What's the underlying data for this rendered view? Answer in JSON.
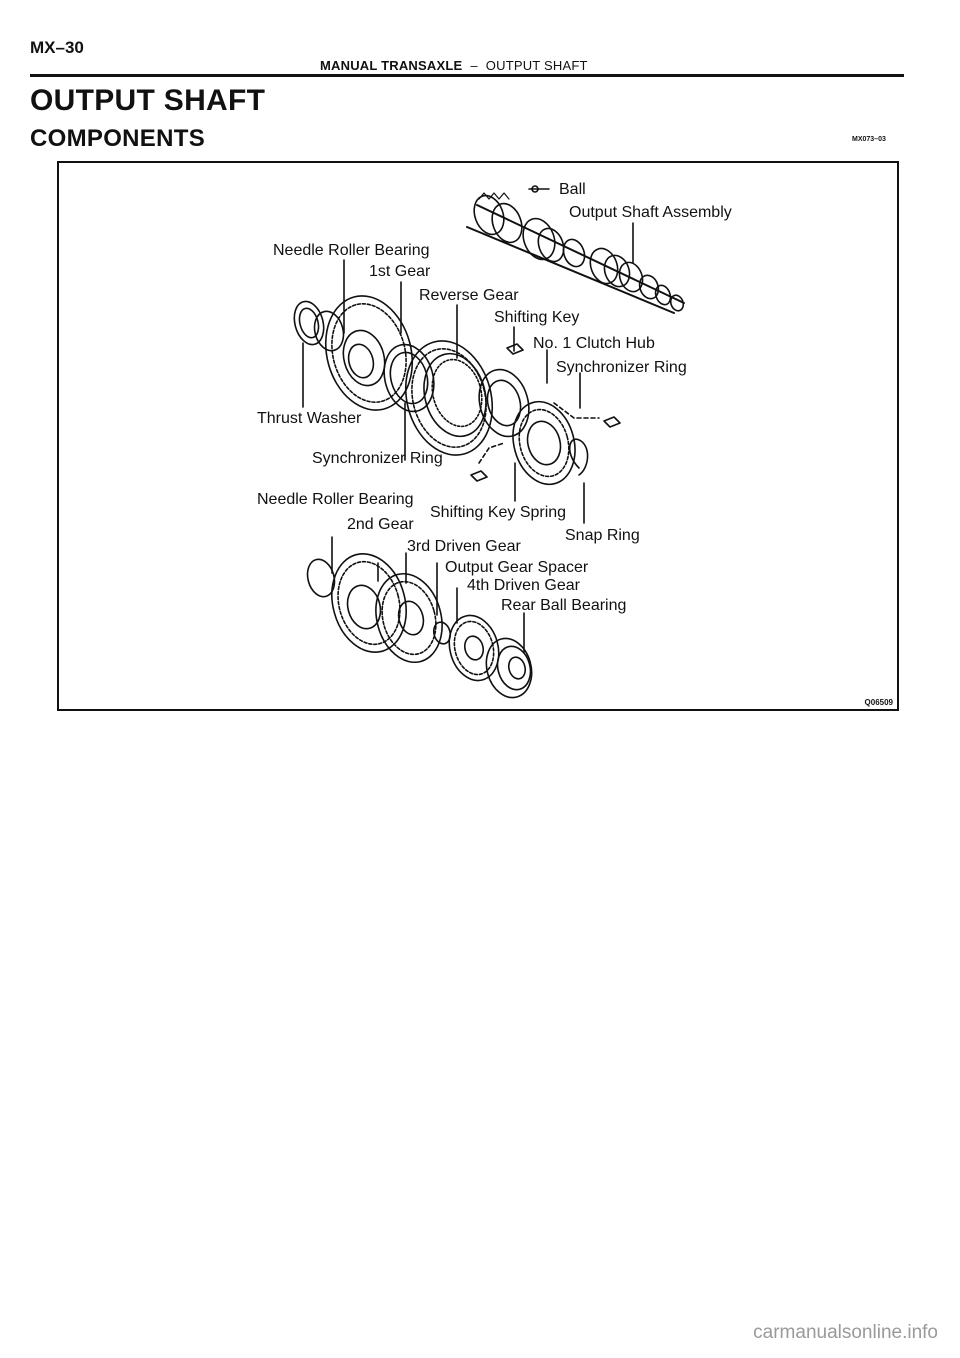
{
  "header": {
    "page_code": "MX–30",
    "section": "MANUAL TRANSAXLE",
    "separator": "–",
    "subsection": "OUTPUT SHAFT"
  },
  "title": "OUTPUT SHAFT",
  "subtitle": "COMPONENTS",
  "doc_code": "MX073–03",
  "figure": {
    "code": "Q06509",
    "labels": {
      "ball": "Ball",
      "output_shaft_assembly": "Output Shaft Assembly",
      "needle_roller_bearing_1": "Needle Roller Bearing",
      "first_gear": "1st Gear",
      "reverse_gear": "Reverse Gear",
      "shifting_key": "Shifting Key",
      "no1_clutch_hub": "No. 1 Clutch Hub",
      "synchronizer_ring_1": "Synchronizer Ring",
      "thrust_washer": "Thrust Washer",
      "synchronizer_ring_2": "Synchronizer Ring",
      "needle_roller_bearing_2": "Needle Roller Bearing",
      "shifting_key_spring": "Shifting Key Spring",
      "second_gear": "2nd Gear",
      "snap_ring": "Snap Ring",
      "third_driven_gear": "3rd Driven Gear",
      "output_gear_spacer": "Output Gear Spacer",
      "fourth_driven_gear": "4th Driven Gear",
      "rear_ball_bearing": "Rear Ball Bearing"
    }
  },
  "watermark": "carmanualsonline.info"
}
